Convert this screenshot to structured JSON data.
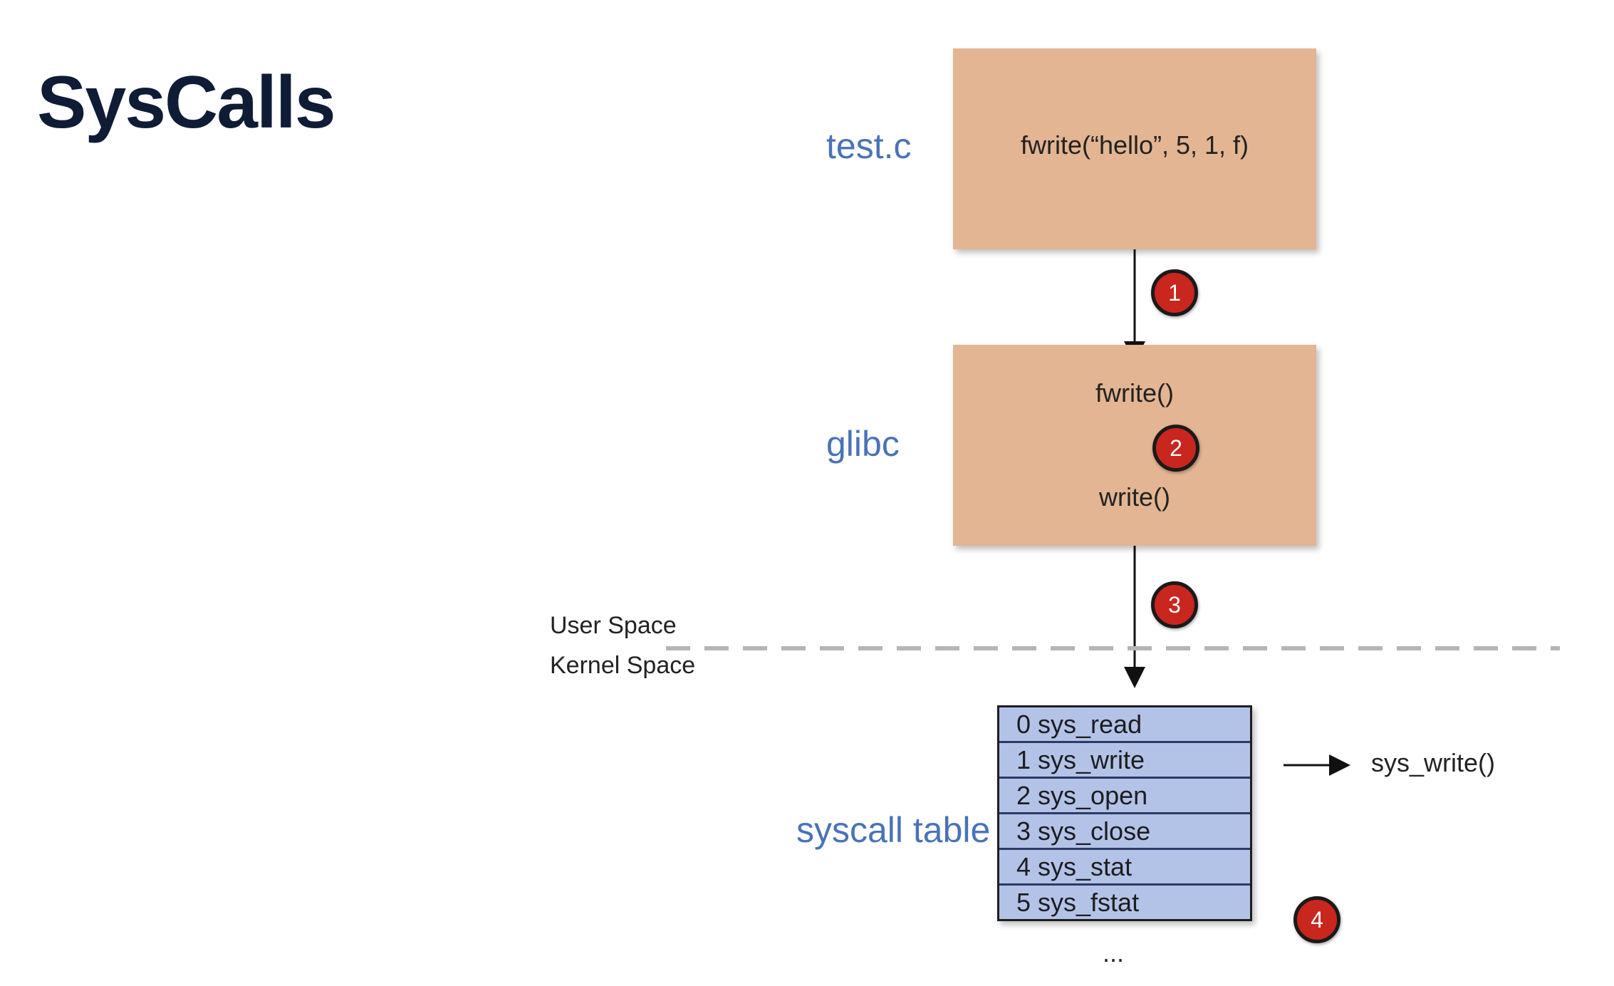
{
  "title": "SysCalls",
  "layers": {
    "test_c": {
      "label": "test.c",
      "code": "fwrite(“hello”, 5, 1, f)"
    },
    "glibc": {
      "label": "glibc",
      "fn_top": "fwrite()",
      "fn_bottom": "write()"
    },
    "syscall_table": {
      "label": "syscall table"
    }
  },
  "boundary": {
    "user": "User Space",
    "kernel": "Kernel Space"
  },
  "steps": [
    "1",
    "2",
    "3",
    "4"
  ],
  "syscalls": [
    "0 sys_read",
    "1 sys_write",
    "2 sys_open",
    "3 sys_close",
    "4 sys_stat",
    "5 sys_fstat"
  ],
  "more": "...",
  "target": "sys_write()",
  "colors": {
    "box": "#e3b592",
    "table": "#b3c3e8",
    "label": "#4a72b8",
    "badge": "#c9261e"
  }
}
